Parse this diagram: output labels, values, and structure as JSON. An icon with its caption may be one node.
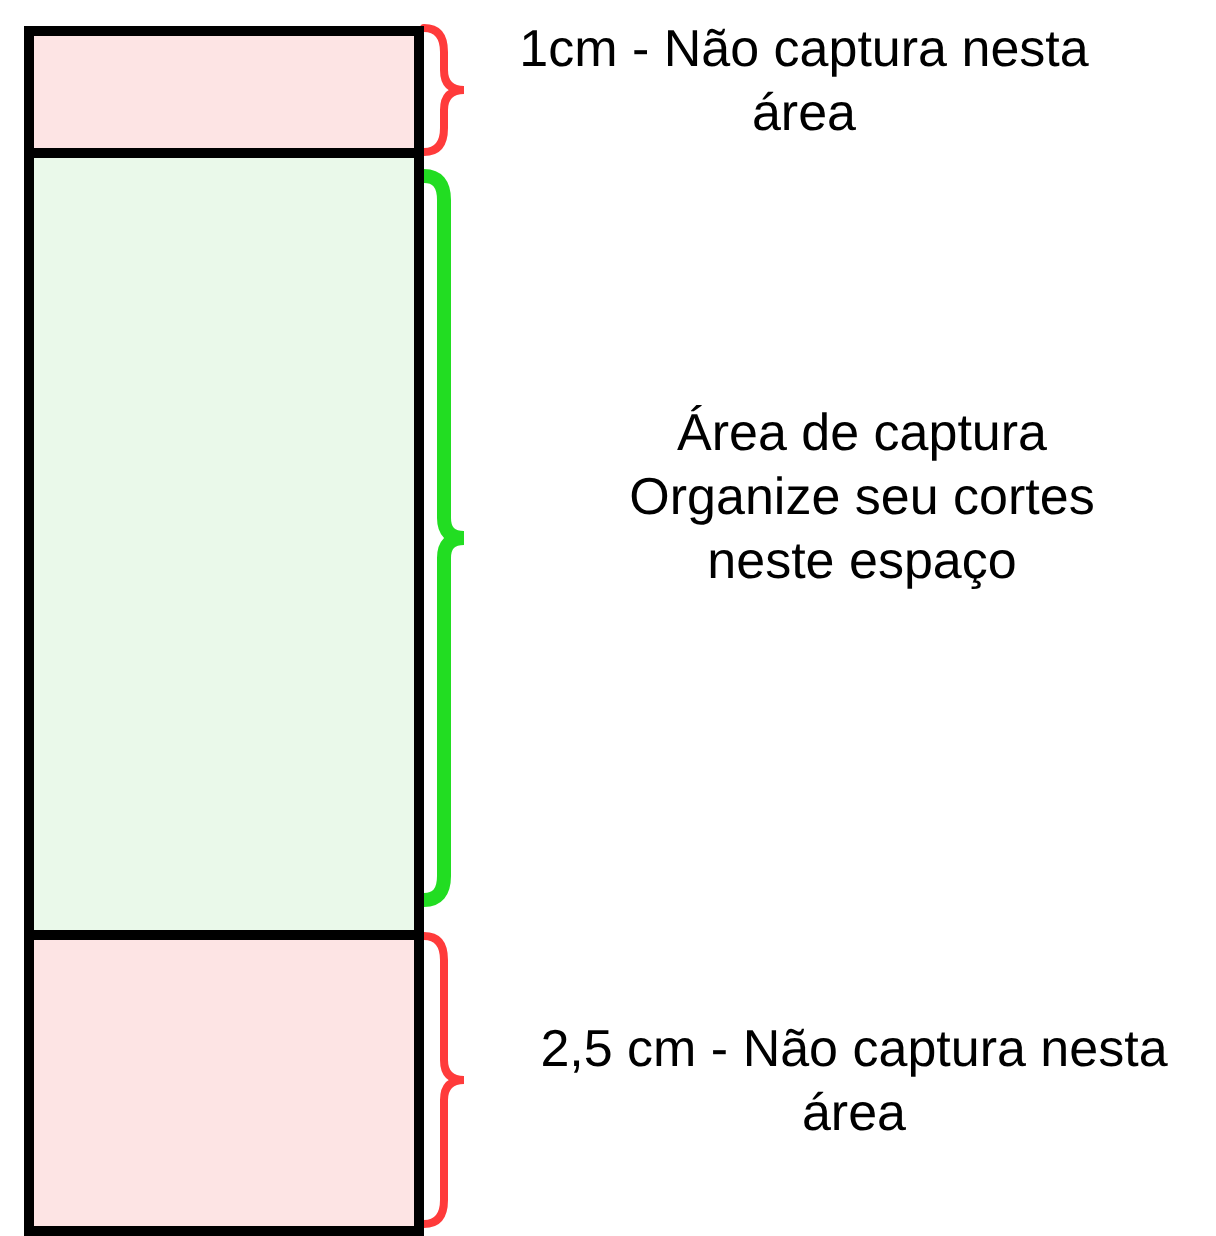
{
  "diagram": {
    "nodes": [
      {
        "text": [],
        "shape": "box",
        "beside": [
          "1cm - Não captura nesta área"
        ]
      },
      {
        "text": [],
        "shape": "box",
        "beside": [
          "Área de captura Organize seu cortes neste espaço"
        ]
      },
      {
        "text": [],
        "shape": "box",
        "beside": [
          "2,5 cm - Não captura nesta área"
        ]
      }
    ]
  }
}
